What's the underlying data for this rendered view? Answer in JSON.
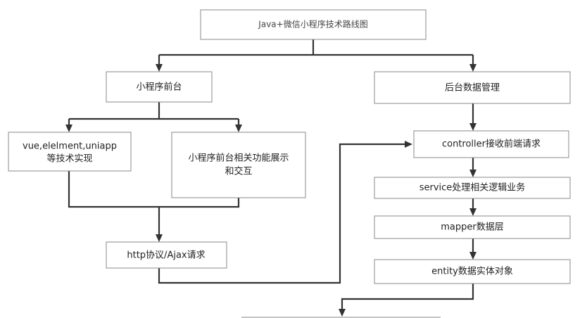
{
  "diagram": {
    "nodes": {
      "title": "Java+微信小程序技术路线图",
      "frontend": "小程序前台",
      "backend": "后台数据管理",
      "tech_line1": "vue,elelment,uniapp",
      "tech_line2": "等技术实现",
      "feature_line1": "小程序前台相关功能展示",
      "feature_line2": "和交互",
      "http": "http协议/Ajax请求",
      "controller": "controller接收前端请求",
      "service": "service处理相关逻辑业务",
      "mapper": "mapper数据层",
      "entity": "entity数据实体对象"
    }
  }
}
